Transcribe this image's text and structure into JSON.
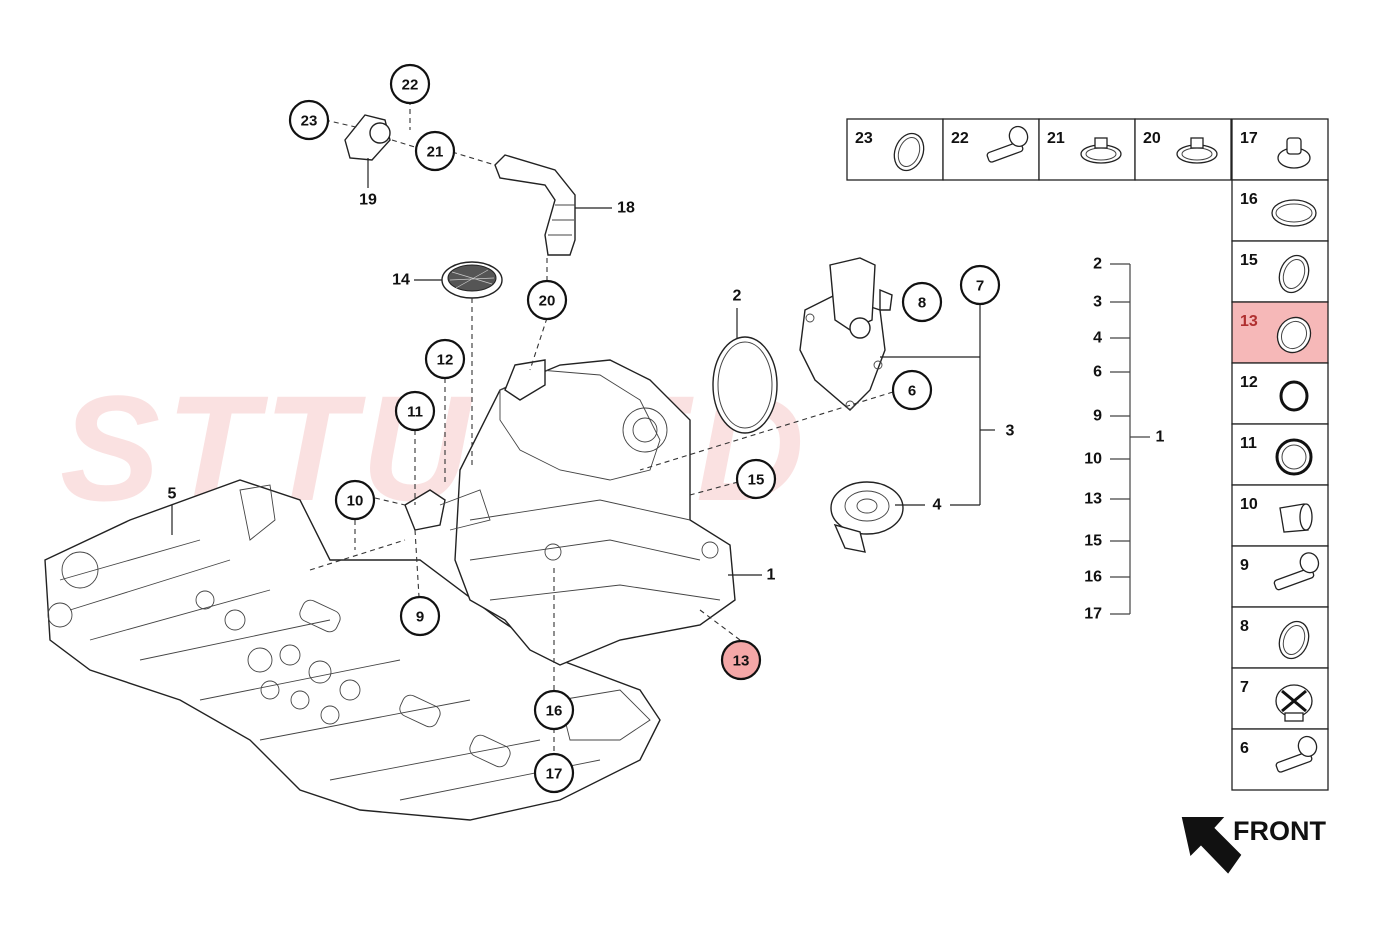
{
  "watermark": "STTUNED",
  "front_label": "FRONT",
  "callouts": [
    {
      "id": "c22",
      "label": "22",
      "highlight": false
    },
    {
      "id": "c23",
      "label": "23",
      "highlight": false
    },
    {
      "id": "c21",
      "label": "21",
      "highlight": false
    },
    {
      "id": "c20",
      "label": "20",
      "highlight": false
    },
    {
      "id": "c12",
      "label": "12",
      "highlight": false
    },
    {
      "id": "c11",
      "label": "11",
      "highlight": false
    },
    {
      "id": "c10",
      "label": "10",
      "highlight": false
    },
    {
      "id": "c9",
      "label": "9",
      "highlight": false
    },
    {
      "id": "c16",
      "label": "16",
      "highlight": false
    },
    {
      "id": "c17",
      "label": "17",
      "highlight": false
    },
    {
      "id": "c13",
      "label": "13",
      "highlight": true
    },
    {
      "id": "c15",
      "label": "15",
      "highlight": false
    },
    {
      "id": "c8",
      "label": "8",
      "highlight": false
    },
    {
      "id": "c7",
      "label": "7",
      "highlight": false
    },
    {
      "id": "c6",
      "label": "6",
      "highlight": false
    }
  ],
  "plain_labels": [
    {
      "id": "p19",
      "label": "19"
    },
    {
      "id": "p18",
      "label": "18"
    },
    {
      "id": "p14",
      "label": "14"
    },
    {
      "id": "p2",
      "label": "2"
    },
    {
      "id": "p5",
      "label": "5"
    },
    {
      "id": "p1",
      "label": "1"
    },
    {
      "id": "p3",
      "label": "3"
    },
    {
      "id": "p4",
      "label": "4"
    }
  ],
  "bracket": {
    "group_label": "1",
    "items": [
      "2",
      "3",
      "4",
      "6",
      "9",
      "10",
      "13",
      "15",
      "16",
      "17"
    ]
  },
  "parts_table": {
    "top_row": [
      "23",
      "22",
      "21",
      "20",
      "17"
    ],
    "column": [
      "16",
      "15",
      "13",
      "12",
      "11",
      "10",
      "9",
      "8",
      "7",
      "6"
    ],
    "highlight": "13"
  },
  "colors": {
    "highlight": "#f4a7a7",
    "highlight_text": "#b03030",
    "watermark": "#f6c9c9"
  }
}
